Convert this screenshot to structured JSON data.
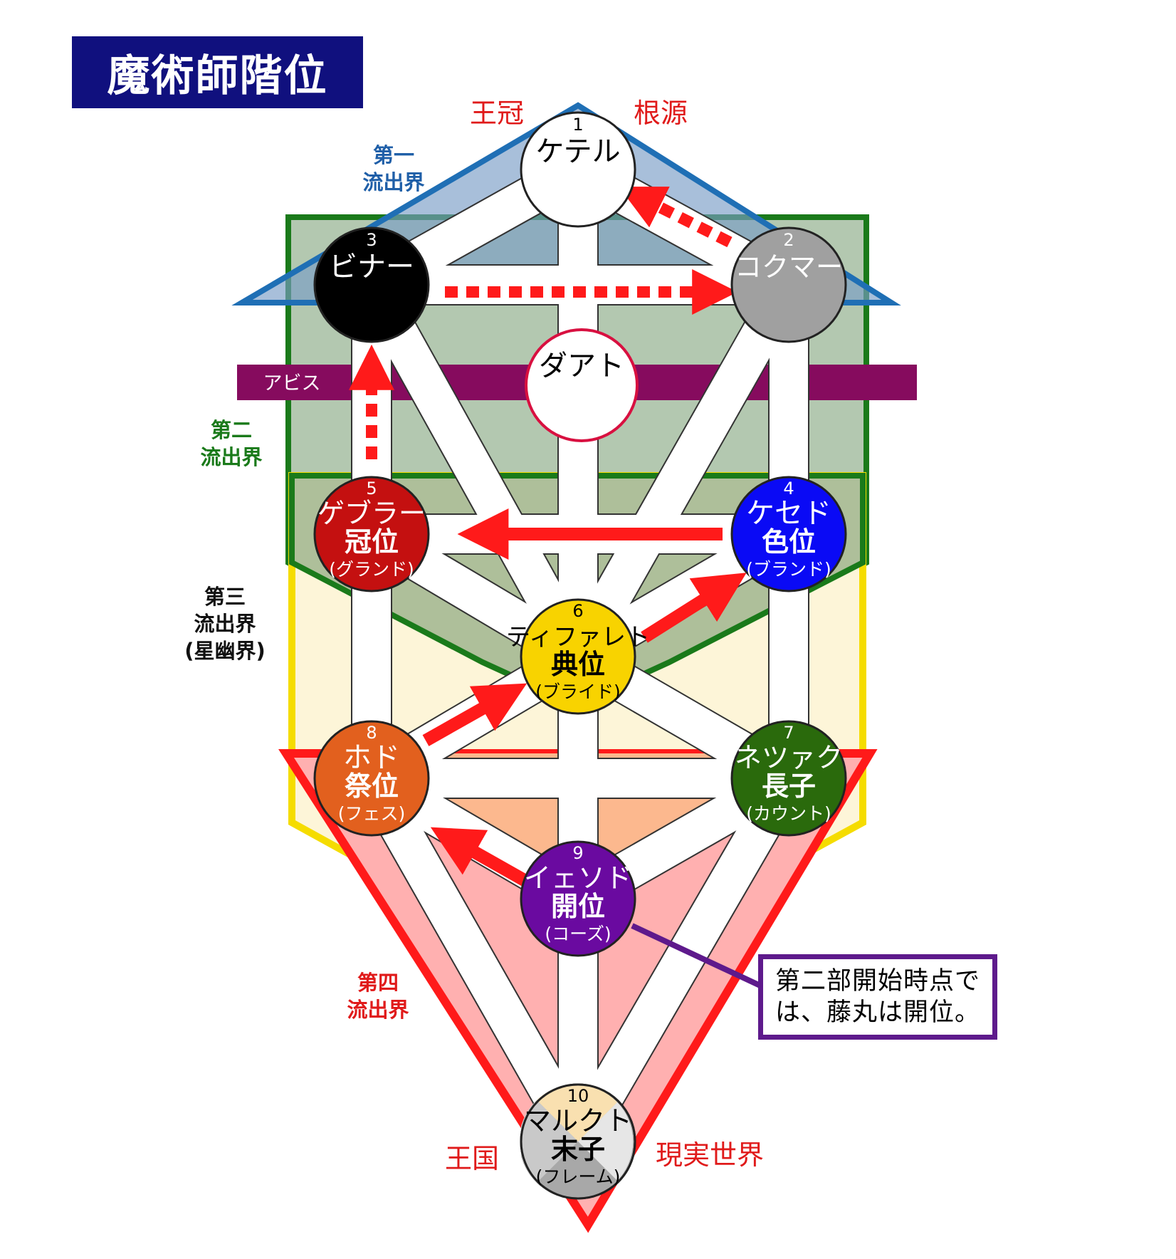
{
  "title": "魔術師階位",
  "colors": {
    "title_bg": "#10107e",
    "world1": "#1f6fb5",
    "world2": "#1a7a1a",
    "world3": "#f5dc00",
    "world4": "#ff1a1a",
    "abyss": "#860b5e",
    "arrow": "#ff1a1a",
    "note_border": "#5e1a8c"
  },
  "labels": {
    "crown": "王冠",
    "source": "根源",
    "kingdom": "王国",
    "real_world": "現実世界",
    "abyss": "アビス"
  },
  "worlds": {
    "first": [
      "第一",
      "流出界"
    ],
    "second": [
      "第二",
      "流出界"
    ],
    "third": [
      "第三",
      "流出界",
      "(星幽界)"
    ],
    "fourth": [
      "第四",
      "流出界"
    ]
  },
  "sephiroth": [
    {
      "id": "keter",
      "number": "1",
      "name": "ケテル",
      "rank": "",
      "reading": "",
      "color": "#ffffff",
      "text_color": "#000000"
    },
    {
      "id": "chokmah",
      "number": "2",
      "name": "コクマー",
      "rank": "",
      "reading": "",
      "color": "#a0a0a0",
      "text_color": "#ffffff"
    },
    {
      "id": "binah",
      "number": "3",
      "name": "ビナー",
      "rank": "",
      "reading": "",
      "color": "#000000",
      "text_color": "#ffffff"
    },
    {
      "id": "chesed",
      "number": "4",
      "name": "ケセド",
      "rank": "色位",
      "reading": "(ブランド)",
      "color": "#0a0af5",
      "text_color": "#ffffff"
    },
    {
      "id": "geburah",
      "number": "5",
      "name": "ゲブラー",
      "rank": "冠位",
      "reading": "(グランド)",
      "color": "#c41010",
      "text_color": "#ffffff"
    },
    {
      "id": "tiphareth",
      "number": "6",
      "name": "ティファレト",
      "rank": "典位",
      "reading": "(ブライド)",
      "color": "#f8d300",
      "text_color": "#000000"
    },
    {
      "id": "netzach",
      "number": "7",
      "name": "ネツァク",
      "rank": "長子",
      "reading": "(カウント)",
      "color": "#2a6a0c",
      "text_color": "#ffffff"
    },
    {
      "id": "hod",
      "number": "8",
      "name": "ホド",
      "rank": "祭位",
      "reading": "(フェス)",
      "color": "#e2601e",
      "text_color": "#ffffff"
    },
    {
      "id": "yesod",
      "number": "9",
      "name": "イェソド",
      "rank": "開位",
      "reading": "(コーズ)",
      "color": "#6a0aa0",
      "text_color": "#ffffff"
    },
    {
      "id": "malkuth",
      "number": "10",
      "name": "マルクト",
      "rank": "末子",
      "reading": "(フレーム)",
      "color": "#b4b4b4",
      "text_color": "#000000"
    }
  ],
  "daath": {
    "name": "ダアト"
  },
  "note": {
    "line1": "第二部開始時点で",
    "line2": "は、藤丸は開位。"
  }
}
